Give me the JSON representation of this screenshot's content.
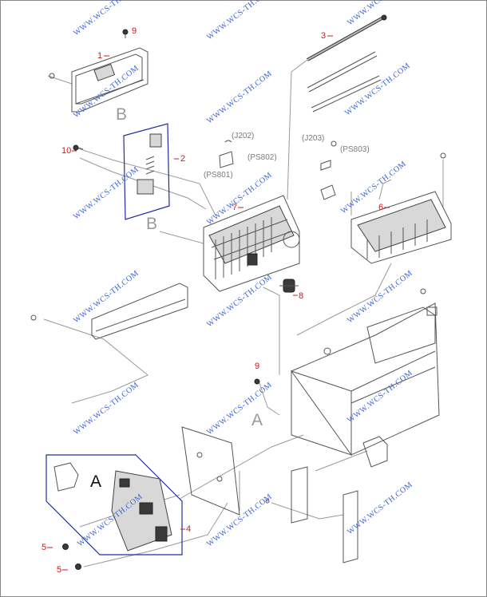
{
  "callouts": {
    "c1": "1",
    "c2": "2",
    "c3": "3",
    "c4": "4",
    "c5a": "5",
    "c5b": "5",
    "c6": "6",
    "c7": "7",
    "c8": "8",
    "c9a": "9",
    "c9b": "9",
    "c10": "10"
  },
  "connectors": {
    "j202": "(J202)",
    "ps802": "(PS802)",
    "ps801": "(PS801)",
    "j203": "(J203)",
    "ps803": "(PS803)"
  },
  "refs": {
    "b1": "B",
    "b2": "B",
    "a1": "A",
    "a2": "A"
  },
  "watermark": "WWW.WCS-TH.COM",
  "colors": {
    "callout": "#cc1a1a",
    "frame_border": "#1f2e9c",
    "watermark": "#3a63d8"
  }
}
